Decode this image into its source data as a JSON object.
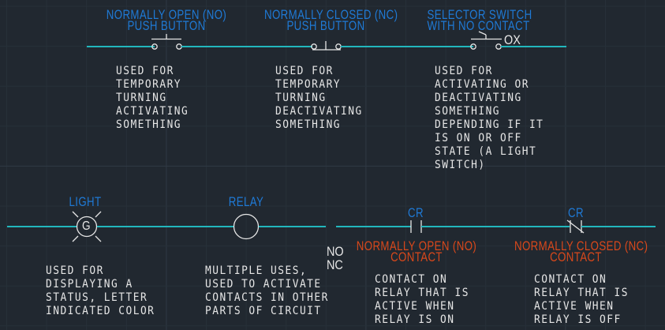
{
  "colors": {
    "background": "#212830",
    "grid_minor": "#273039",
    "grid_major": "#303a45",
    "wire": "#22b7bd",
    "symbol": "#e6e6e6",
    "title_blue": "#1f7ad6",
    "title_red": "#d9481b",
    "text_white": "#e6e6e6"
  },
  "top_row": {
    "no_push_button": {
      "title_line1": "NORMALLY OPEN (NO)",
      "title_line2": "PUSH BUTTON",
      "description": [
        "USED FOR",
        "TEMPORARY",
        "TURNING",
        "ACTIVATING",
        "SOMETHING"
      ]
    },
    "nc_push_button": {
      "title_line1": "NORMALLY CLOSED (NC)",
      "title_line2": "PUSH BUTTON",
      "description": [
        "USED FOR",
        "TEMPORARY",
        "TURNING",
        "DEACTIVATING",
        "SOMETHING"
      ]
    },
    "selector_switch": {
      "title_line1": "SELECTOR SWITCH",
      "title_line2": "WITH NO CONTACT",
      "symbol_label": "OX",
      "description": [
        "USED FOR",
        "ACTIVATING OR",
        "DEACTIVATING",
        "SOMETHING",
        "DEPENDING IF IT",
        "IS ON OR OFF",
        "STATE (A LIGHT",
        "SWITCH)"
      ]
    }
  },
  "bottom_row": {
    "light": {
      "title": "LIGHT",
      "symbol_letter": "G",
      "description": [
        "USED FOR",
        "DISPLAYING A",
        "STATUS, LETTER",
        "INDICATED COLOR"
      ]
    },
    "relay": {
      "title": "RELAY",
      "description": [
        "MULTIPLE USES,",
        "USED TO ACTIVATE",
        "CONTACTS IN OTHER",
        "PARTS OF CIRCUIT"
      ]
    },
    "legend": [
      "NO",
      "NC"
    ],
    "no_contact": {
      "tag": "CR",
      "title_line1": "NORMALLY OPEN (NO)",
      "title_line2": "CONTACT",
      "description": [
        "CONTACT ON",
        "RELAY THAT IS",
        "ACTIVE WHEN",
        "RELAY IS ON"
      ]
    },
    "nc_contact": {
      "tag": "CR",
      "title_line1": "NORMALLY CLOSED (NC)",
      "title_line2": "CONTACT",
      "description": [
        "CONTACT ON",
        "RELAY THAT IS",
        "ACTIVE WHEN",
        "RELAY IS OFF"
      ]
    }
  }
}
